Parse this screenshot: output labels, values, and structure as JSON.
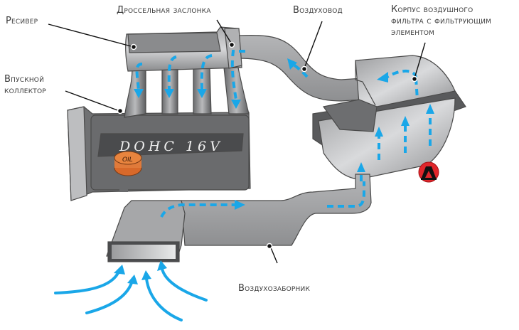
{
  "diagram": {
    "title": "",
    "labels": {
      "receiver": "Ресивер",
      "throttle": "Дроссельная заслонка",
      "air_duct": "Воздуховод",
      "filter_housing_line1": "Корпус воздушного",
      "filter_housing_line2": "фильтра с фильтрующим",
      "filter_housing_line3": "элементом",
      "intake_manifold_line1": "Впускной",
      "intake_manifold_line2": "коллектор",
      "air_intake": "Воздухозаборник"
    },
    "engine_cover_text": "DOHC  16V",
    "oil_cap_text": "OIL",
    "components": [
      "receiver",
      "throttle-body",
      "air-duct",
      "air-filter-housing",
      "intake-manifold",
      "engine-block",
      "air-intake"
    ],
    "colors": {
      "airflow": "#1aa7e8",
      "metal_dark": "#5f6062",
      "metal_mid": "#8d8e90",
      "metal_light": "#c9cacc",
      "oil_cap": "#d8692a",
      "logo_red": "#e0262b",
      "leader_line": "#111111"
    },
    "logo": "red-circle-mountain-logo"
  }
}
